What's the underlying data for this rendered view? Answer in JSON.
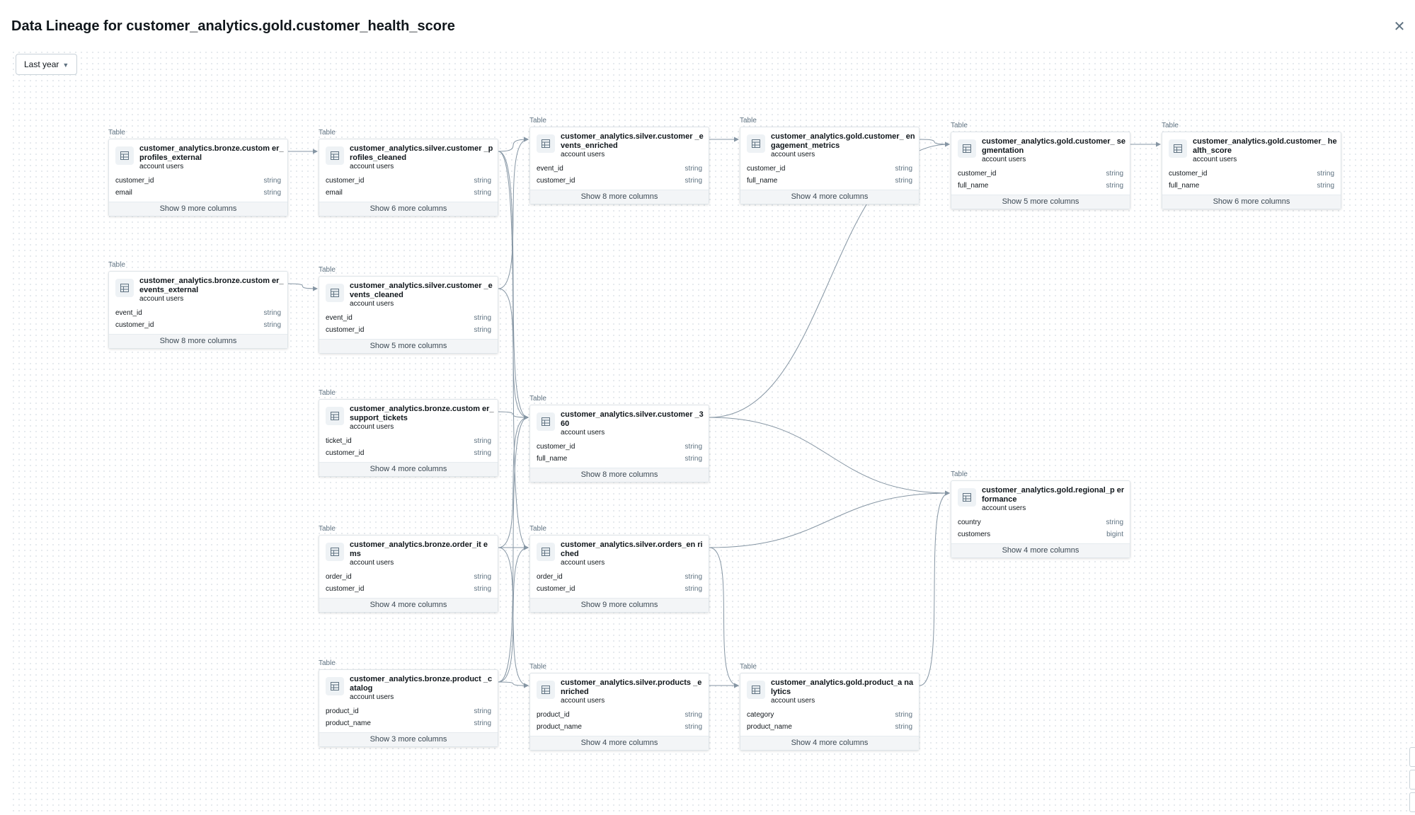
{
  "title": "Data Lineage for customer_analytics.gold.customer_health_score",
  "filter": {
    "label": "Last year"
  },
  "node_label": "Table",
  "nodes": [
    {
      "id": "n1",
      "name": "customer_analytics.bronze.custom er_profiles_external",
      "owner": "account users",
      "columns": [
        {
          "name": "customer_id",
          "type": "string"
        },
        {
          "name": "email",
          "type": "string"
        }
      ],
      "more": "Show 9 more columns"
    },
    {
      "id": "n2",
      "name": "customer_analytics.silver.customer _profiles_cleaned",
      "owner": "account users",
      "columns": [
        {
          "name": "customer_id",
          "type": "string"
        },
        {
          "name": "email",
          "type": "string"
        }
      ],
      "more": "Show 6 more columns"
    },
    {
      "id": "n3",
      "name": "customer_analytics.silver.customer _events_enriched",
      "owner": "account users",
      "columns": [
        {
          "name": "event_id",
          "type": "string"
        },
        {
          "name": "customer_id",
          "type": "string"
        }
      ],
      "more": "Show 8 more columns"
    },
    {
      "id": "n4",
      "name": "customer_analytics.gold.customer_ engagement_metrics",
      "owner": "account users",
      "columns": [
        {
          "name": "customer_id",
          "type": "string"
        },
        {
          "name": "full_name",
          "type": "string"
        }
      ],
      "more": "Show 4 more columns"
    },
    {
      "id": "n5",
      "name": "customer_analytics.gold.customer_ segmentation",
      "owner": "account users",
      "columns": [
        {
          "name": "customer_id",
          "type": "string"
        },
        {
          "name": "full_name",
          "type": "string"
        }
      ],
      "more": "Show 5 more columns"
    },
    {
      "id": "n6",
      "name": "customer_analytics.gold.customer_ health_score",
      "owner": "account users",
      "columns": [
        {
          "name": "customer_id",
          "type": "string"
        },
        {
          "name": "full_name",
          "type": "string"
        }
      ],
      "more": "Show 6 more columns"
    },
    {
      "id": "n7",
      "name": "customer_analytics.bronze.custom er_events_external",
      "owner": "account users",
      "columns": [
        {
          "name": "event_id",
          "type": "string"
        },
        {
          "name": "customer_id",
          "type": "string"
        }
      ],
      "more": "Show 8 more columns"
    },
    {
      "id": "n8",
      "name": "customer_analytics.silver.customer _events_cleaned",
      "owner": "account users",
      "columns": [
        {
          "name": "event_id",
          "type": "string"
        },
        {
          "name": "customer_id",
          "type": "string"
        }
      ],
      "more": "Show 5 more columns"
    },
    {
      "id": "n9",
      "name": "customer_analytics.bronze.custom er_support_tickets",
      "owner": "account users",
      "columns": [
        {
          "name": "ticket_id",
          "type": "string"
        },
        {
          "name": "customer_id",
          "type": "string"
        }
      ],
      "more": "Show 4 more columns"
    },
    {
      "id": "n10",
      "name": "customer_analytics.silver.customer _360",
      "owner": "account users",
      "columns": [
        {
          "name": "customer_id",
          "type": "string"
        },
        {
          "name": "full_name",
          "type": "string"
        }
      ],
      "more": "Show 8 more columns"
    },
    {
      "id": "n11",
      "name": "customer_analytics.gold.regional_p erformance",
      "owner": "account users",
      "columns": [
        {
          "name": "country",
          "type": "string"
        },
        {
          "name": "customers",
          "type": "bigint"
        }
      ],
      "more": "Show 4 more columns"
    },
    {
      "id": "n12",
      "name": "customer_analytics.bronze.order_it ems",
      "owner": "account users",
      "columns": [
        {
          "name": "order_id",
          "type": "string"
        },
        {
          "name": "customer_id",
          "type": "string"
        }
      ],
      "more": "Show 4 more columns"
    },
    {
      "id": "n13",
      "name": "customer_analytics.silver.orders_en riched",
      "owner": "account users",
      "columns": [
        {
          "name": "order_id",
          "type": "string"
        },
        {
          "name": "customer_id",
          "type": "string"
        }
      ],
      "more": "Show 9 more columns"
    },
    {
      "id": "n14",
      "name": "customer_analytics.bronze.product _catalog",
      "owner": "account users",
      "columns": [
        {
          "name": "product_id",
          "type": "string"
        },
        {
          "name": "product_name",
          "type": "string"
        }
      ],
      "more": "Show 3 more columns"
    },
    {
      "id": "n15",
      "name": "customer_analytics.silver.products _enriched",
      "owner": "account users",
      "columns": [
        {
          "name": "product_id",
          "type": "string"
        },
        {
          "name": "product_name",
          "type": "string"
        }
      ],
      "more": "Show 4 more columns"
    },
    {
      "id": "n16",
      "name": "customer_analytics.gold.product_a nalytics",
      "owner": "account users",
      "columns": [
        {
          "name": "category",
          "type": "string"
        },
        {
          "name": "product_name",
          "type": "string"
        }
      ],
      "more": "Show 4 more columns"
    }
  ],
  "edges": [
    [
      "n1",
      "n2"
    ],
    [
      "n7",
      "n8"
    ],
    [
      "n2",
      "n3"
    ],
    [
      "n8",
      "n3"
    ],
    [
      "n2",
      "n10"
    ],
    [
      "n8",
      "n10"
    ],
    [
      "n9",
      "n10"
    ],
    [
      "n12",
      "n10"
    ],
    [
      "n14",
      "n10"
    ],
    [
      "n12",
      "n13"
    ],
    [
      "n14",
      "n13"
    ],
    [
      "n2",
      "n13"
    ],
    [
      "n14",
      "n15"
    ],
    [
      "n12",
      "n15"
    ],
    [
      "n3",
      "n4"
    ],
    [
      "n4",
      "n5"
    ],
    [
      "n5",
      "n6"
    ],
    [
      "n10",
      "n5"
    ],
    [
      "n10",
      "n11"
    ],
    [
      "n13",
      "n11"
    ],
    [
      "n16",
      "n11"
    ],
    [
      "n13",
      "n16"
    ],
    [
      "n15",
      "n16"
    ]
  ],
  "colors": {
    "edge": "#8696a4",
    "accent": "#2272b4"
  }
}
